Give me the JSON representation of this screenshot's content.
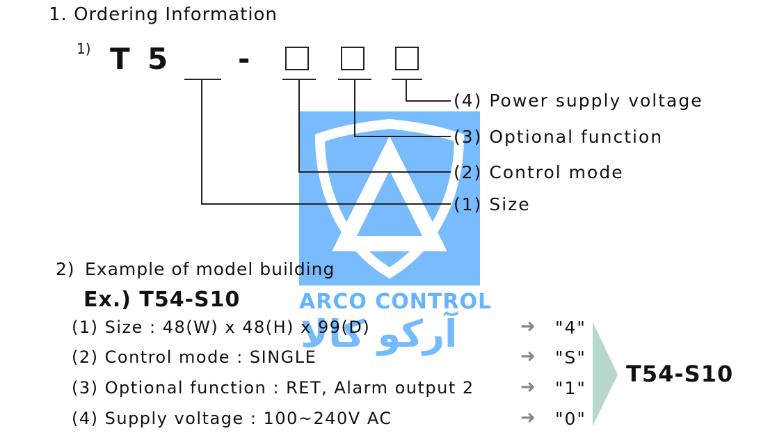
{
  "heading": "1. Ordering Information",
  "code": {
    "index": "1)",
    "letter": "T",
    "digit": "5",
    "dash": "-",
    "labels": [
      "(4) Power supply voltage",
      "(3) Optional function",
      "(2) Control mode",
      "(1) Size"
    ]
  },
  "example": {
    "index": "2)",
    "heading": "Example of model building",
    "title": "Ex.) T54-S10",
    "rows": [
      {
        "text": "(1) Size : 48(W) x 48(H) x 99(D)",
        "arrow": "➜",
        "value": "\"4\""
      },
      {
        "text": "(2) Control mode : SINGLE",
        "arrow": "➜",
        "value": "\"S\""
      },
      {
        "text": "(3) Optional function : RET, Alarm output 2",
        "arrow": "➜",
        "value": "\"1\""
      },
      {
        "text": "(4) Supply voltage : 100~240V AC",
        "arrow": "➜",
        "value": "\"0\""
      }
    ],
    "result": "T54-S10"
  },
  "watermark": {
    "latin": "ARCO CONTROL",
    "persian": "آرکو کالا",
    "color": "#66b3ff",
    "icon": "shield-triangle-logo"
  },
  "colors": {
    "chevron": "#b7d6cc",
    "arrow": "#888888"
  }
}
